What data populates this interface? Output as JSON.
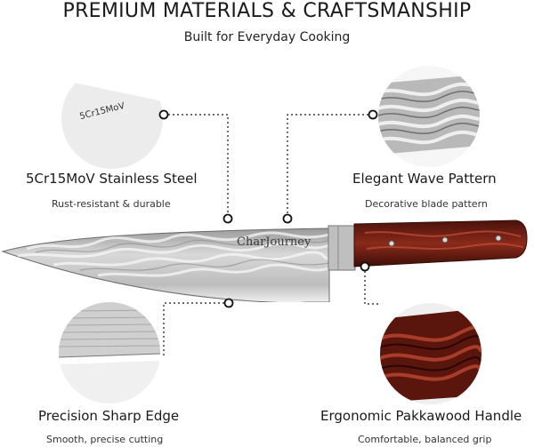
{
  "header": {
    "title": "PREMIUM MATERIALS & CRAFTSMANSHIP",
    "subtitle": "Built for Everyday Cooking"
  },
  "features": [
    {
      "title": "5Cr15MoV Stainless Steel",
      "description": "Rust-resistant & durable",
      "inset_label": "5Cr15MoV",
      "icon": "steel-closeup"
    },
    {
      "title": "Elegant Wave Pattern",
      "description": "Decorative blade pattern",
      "icon": "damascus-pattern-closeup"
    },
    {
      "title": "Precision Sharp Edge",
      "description": "Smooth, precise cutting",
      "icon": "blade-edge-closeup"
    },
    {
      "title": "Ergonomic Pakkawood Handle",
      "description": "Comfortable, balanced grip",
      "icon": "pakkawood-handle-closeup"
    }
  ],
  "product": {
    "brand_watermark": "CharJourney"
  },
  "colors": {
    "connector": "#111111",
    "handle": "#6e1f14",
    "blade": "#c9c9c9"
  }
}
